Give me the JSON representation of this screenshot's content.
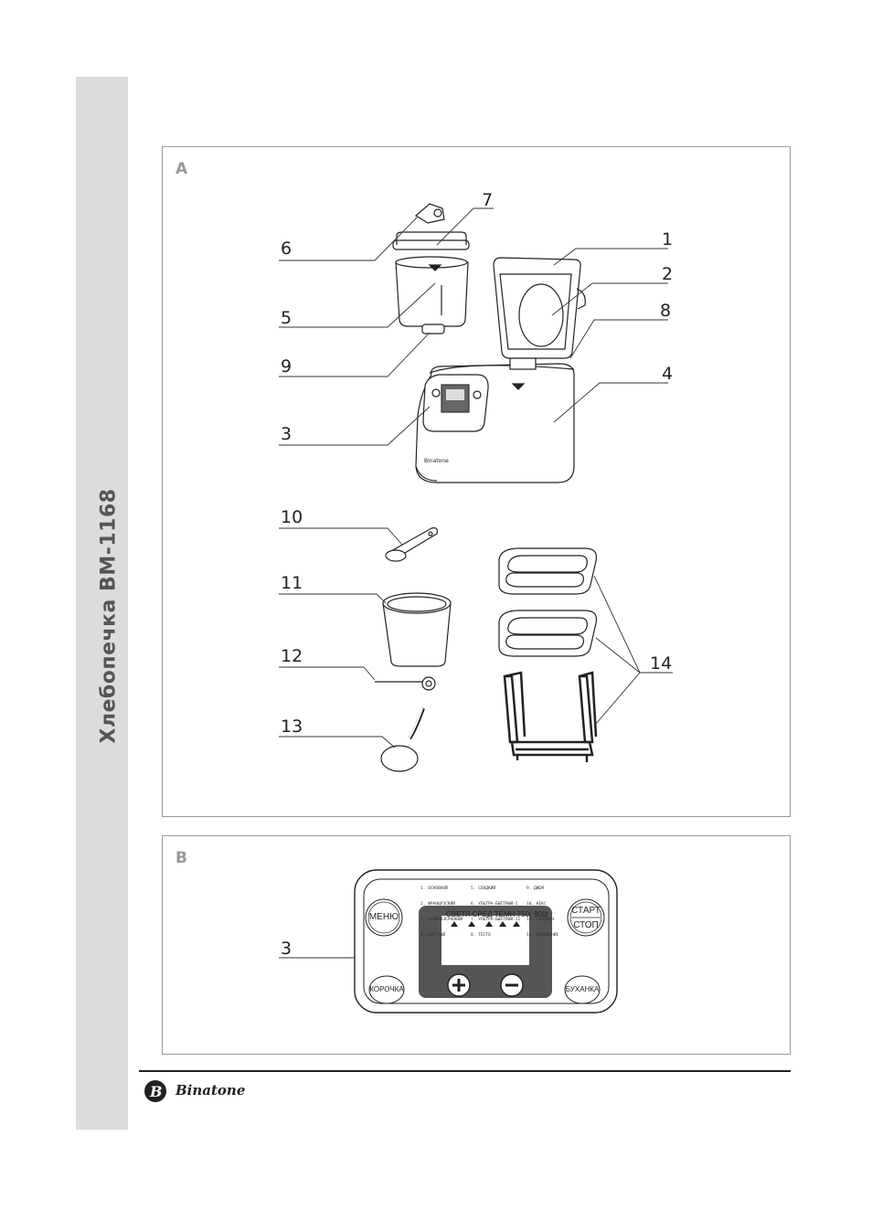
{
  "page": {
    "side_title": "Хлебопечка BM-1168",
    "brand": "Binatone"
  },
  "panel_a": {
    "letter": "A",
    "callouts": [
      "1",
      "2",
      "3",
      "4",
      "5",
      "6",
      "7",
      "8",
      "9",
      "10",
      "11",
      "12",
      "13",
      "14"
    ]
  },
  "panel_b": {
    "letter": "B",
    "callout": "3",
    "control_panel": {
      "menu_button": "МЕНЮ",
      "crust_button": "КОРОЧКА",
      "start_label": "СТАРТ",
      "stop_label": "СТОП",
      "loaf_button": "БУХАНКА",
      "programs_col1": [
        "1. ОСНОВНОЙ",
        "2. ФРАНЦУЗСКИЙ",
        "3. ЦЕЛЬНОЗЕРНОВОЙ",
        "4. БЫСТРЫЙ"
      ],
      "programs_col2": [
        "5. СЛАДКИЙ",
        "6. УЛЬТРА-БЫСТРЫЙ-I",
        "7. УЛЬТРА-БЫСТРЫЙ-II",
        "8. ТЕСТО"
      ],
      "programs_col3": [
        "9. ДЖЕМ",
        "10. КЕКС",
        "11. СЭНДВИЧ",
        "12. ВЫПЕКАНИЕ"
      ],
      "lcd_labels": [
        "СВЕТЛ",
        "СРЕД",
        "ТЕМН",
        "750г",
        "900г"
      ]
    }
  },
  "colors": {
    "sidebar": "#dcdcdc",
    "line": "#222222",
    "lcd_frame": "#555555",
    "panel_border": "#9a9a9a"
  }
}
